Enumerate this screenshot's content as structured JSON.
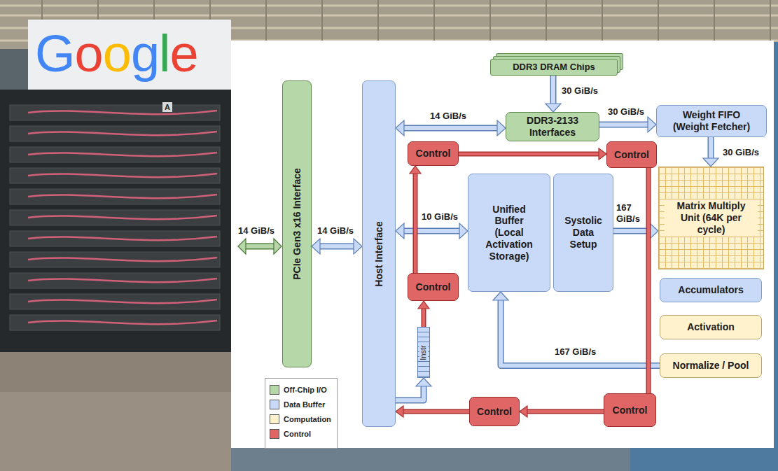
{
  "diagram": {
    "nodes": [
      {
        "text": [
          "PCIe Gen3 x16 Interface"
        ]
      },
      {
        "text": [
          "Host Interface"
        ]
      },
      {
        "text": [
          "DDR3 DRAM Chips"
        ]
      },
      {
        "text": [
          "DDR3-2133 Interfaces"
        ]
      },
      {
        "text": [
          "Weight FIFO (Weight Fetcher)"
        ]
      },
      {
        "text": [
          "Control"
        ]
      },
      {
        "text": [
          "Control"
        ]
      },
      {
        "text": [
          "Unified Buffer (Local Activation Storage)"
        ]
      },
      {
        "text": [
          "Systolic Data Setup"
        ]
      },
      {
        "text": [
          "Matrix Multiply Unit (64K per cycle)"
        ]
      },
      {
        "text": [
          "Control"
        ]
      },
      {
        "text": [
          "Accumulators"
        ]
      },
      {
        "text": [
          "Activation"
        ]
      },
      {
        "text": [
          "Normalize / Pool"
        ]
      },
      {
        "text": [
          "Instr"
        ]
      },
      {
        "text": [
          "Control"
        ]
      },
      {
        "text": [
          "Control"
        ]
      }
    ],
    "edges": [
      {
        "from": 0,
        "to": 1,
        "arrow": "both",
        "label": "14 GiB/s"
      },
      {
        "from": 1,
        "to": 3,
        "arrow": "both",
        "label": "14 GiB/s"
      },
      {
        "from": 2,
        "to": 3,
        "arrow": "to",
        "label": "30 GiB/s"
      },
      {
        "from": 3,
        "to": 4,
        "arrow": "to",
        "label": "30 GiB/s"
      },
      {
        "from": 4,
        "to": 9,
        "arrow": "to",
        "label": "30 GiB/s"
      },
      {
        "from": 1,
        "to": 7,
        "arrow": "both",
        "label": "10 GiB/s"
      },
      {
        "from": 8,
        "to": 9,
        "arrow": "to",
        "label": "167 GiB/s"
      },
      {
        "from": 13,
        "to": 7,
        "arrow": "to",
        "label": "167 GiB/s"
      },
      {
        "from": 5,
        "to": 6,
        "arrow": "to"
      },
      {
        "from": 10,
        "to": 5,
        "arrow": "to"
      },
      {
        "from": 14,
        "to": 10,
        "arrow": "to"
      },
      {
        "from": 6,
        "to": 16,
        "arrow": "none"
      },
      {
        "from": 16,
        "to": 15,
        "arrow": "to"
      },
      {
        "from": 15,
        "to": 1,
        "arrow": "to"
      },
      {
        "from": 1,
        "to": 14,
        "arrow": "to"
      }
    ],
    "labels": [
      "Google",
      "A",
      "14 GiB/s"
    ],
    "legend": [
      {
        "text": "Off-Chip I/O",
        "color": "#b6d7a8"
      },
      {
        "text": "Data Buffer",
        "color": "#c9daf8"
      },
      {
        "text": "Computation",
        "color": "#fff2cc"
      },
      {
        "text": "Control",
        "color": "#e06666"
      }
    ]
  }
}
